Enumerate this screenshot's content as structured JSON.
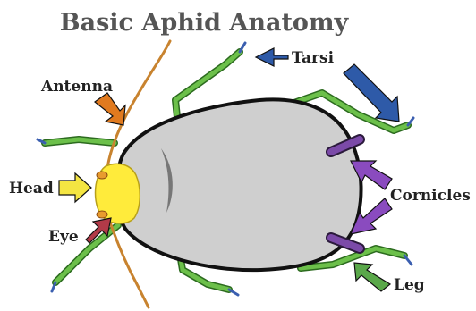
{
  "title": "Basic Aphid Anatomy",
  "labels": {
    "antenna": "Antenna",
    "head": "Head",
    "eye": "Eye",
    "tarsi": "Tarsi",
    "cornicles": "Cornicles",
    "leg": "Leg"
  },
  "colors": {
    "body": "#cfcfcf",
    "head": "#ffeb3b",
    "legs": "#6cc04a",
    "antenna": "#c8832f",
    "eye": "#e89b2e",
    "cornicle": "#7b4aa8",
    "arrow_antenna": "#e07a1f",
    "arrow_head": "#f4e542",
    "arrow_eye": "#b23a48",
    "arrow_tarsi": "#2e5aa8",
    "arrow_cornicles": "#8a4bbf",
    "arrow_leg": "#5aa84a"
  }
}
